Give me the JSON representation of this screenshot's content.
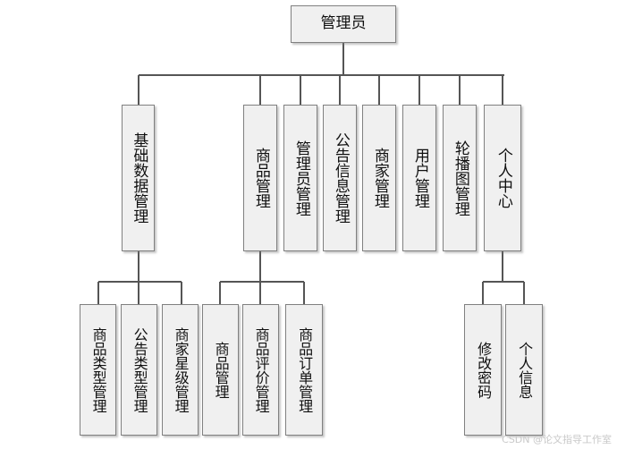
{
  "diagram": {
    "type": "org-chart",
    "title": "管理员",
    "orientation": "top-down",
    "colors": {
      "node_fill": "#f0f0f0",
      "node_border": "#808080",
      "edge": "#555555",
      "text": "#101010",
      "background": "#ffffff",
      "watermark": "#c9c9c9"
    },
    "root": {
      "label": "管理员",
      "orientation": "horizontal"
    },
    "level2": [
      {
        "label": "基础数据管理",
        "orientation": "vertical"
      },
      {
        "label": "商品管理",
        "orientation": "vertical"
      },
      {
        "label": "管理员管理",
        "orientation": "vertical"
      },
      {
        "label": "公告信息管理",
        "orientation": "vertical"
      },
      {
        "label": "商家管理",
        "orientation": "vertical"
      },
      {
        "label": "用户管理",
        "orientation": "vertical"
      },
      {
        "label": "轮播图管理",
        "orientation": "vertical"
      },
      {
        "label": "个人中心",
        "orientation": "vertical"
      }
    ],
    "level3_group_basic": [
      {
        "label": "商品类型管理",
        "orientation": "vertical"
      },
      {
        "label": "公告类型管理",
        "orientation": "vertical"
      },
      {
        "label": "商家星级管理",
        "orientation": "vertical"
      }
    ],
    "level3_group_product": [
      {
        "label": "商品管理",
        "orientation": "vertical"
      },
      {
        "label": "商品评价管理",
        "orientation": "vertical"
      },
      {
        "label": "商品订单管理",
        "orientation": "vertical"
      }
    ],
    "level3_group_personal": [
      {
        "label": "修改密码",
        "orientation": "vertical"
      },
      {
        "label": "个人信息",
        "orientation": "vertical"
      }
    ]
  },
  "watermark": {
    "text": "CSDN @论文指导工作室"
  }
}
